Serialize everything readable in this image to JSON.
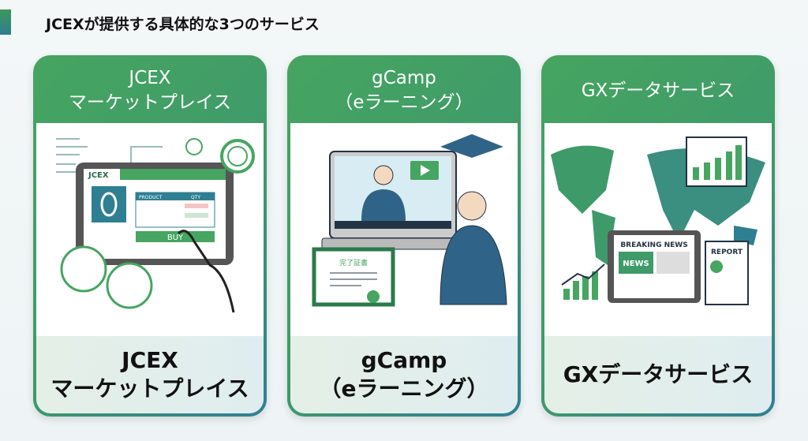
{
  "title": "JCEXが提供する具体的な3つのサービス",
  "colors": {
    "green": "#46a560",
    "teal": "#2f7f93"
  },
  "cards": [
    {
      "head": [
        "JCEX",
        "マーケットプレイス"
      ],
      "foot": [
        "JCEX",
        "マーケットプレイス"
      ],
      "illustration": {
        "logo": "JCEX",
        "buy": "BUY",
        "col1": "PRODUCT",
        "col2": "QTY"
      }
    },
    {
      "head": [
        "gCamp",
        "（eラーニング）"
      ],
      "foot": [
        "gCamp",
        "（eラーニング）"
      ],
      "illustration": {
        "certificate": "完了証書"
      }
    },
    {
      "head": [
        "GXデータサービス"
      ],
      "foot": [
        "GXデータサービス"
      ],
      "illustration": {
        "breaking": "BREAKING NEWS",
        "news": "NEWS",
        "report": "REPORT"
      }
    }
  ]
}
